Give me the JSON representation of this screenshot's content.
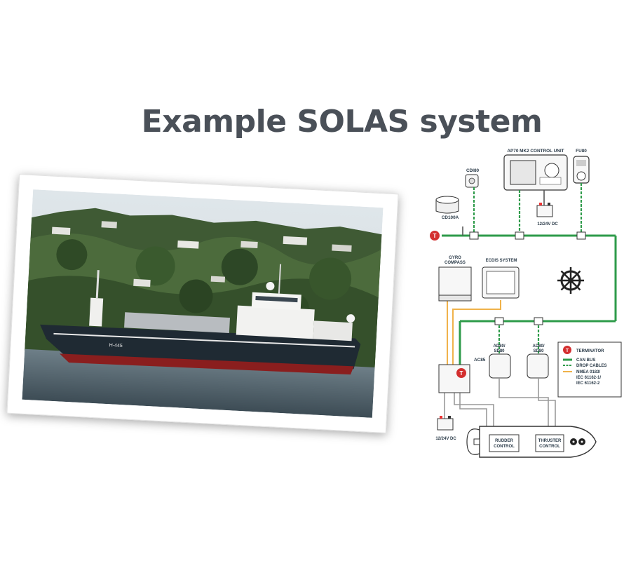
{
  "title": "Example SOLAS system",
  "photo": {
    "hull_marking": "H-445"
  },
  "diagram": {
    "units": {
      "cd100a": "CD100A",
      "cd180": "CDI80",
      "ap70": "AP70 MK2 CONTROL UNIT",
      "fu80": "FU80",
      "power_top": "12/24V DC",
      "gyro_line1": "GYRO",
      "gyro_line2": "COMPASS",
      "ecdis": "ECDIS SYSTEM",
      "ac85": "AC85",
      "ad80_1_line1": "AD80/",
      "ad80_1_line2": "SD80",
      "ad80_2_line1": "AD80/",
      "ad80_2_line2": "SD80",
      "power_bottom": "12/24V DC",
      "rudder_line1": "RUDDER",
      "rudder_line2": "CONTROL",
      "thruster_line1": "THRUSTER",
      "thruster_line2": "CONTROL",
      "terminator_symbol": "T"
    },
    "legend": {
      "terminator": "TERMINATOR",
      "can_bus": "CAN BUS",
      "drop_cables": "DROP CABLES",
      "nmea_line1": "NMEA 0183/",
      "nmea_line2": "IEC 61162-1/",
      "nmea_line3": "IEC 61162-2"
    },
    "colors": {
      "can_bus": "#2e9b4a",
      "drop_cables": "#2e9b4a",
      "nmea": "#f0b24a",
      "other": "#9a9a9a",
      "terminator": "#d32f2f"
    }
  }
}
